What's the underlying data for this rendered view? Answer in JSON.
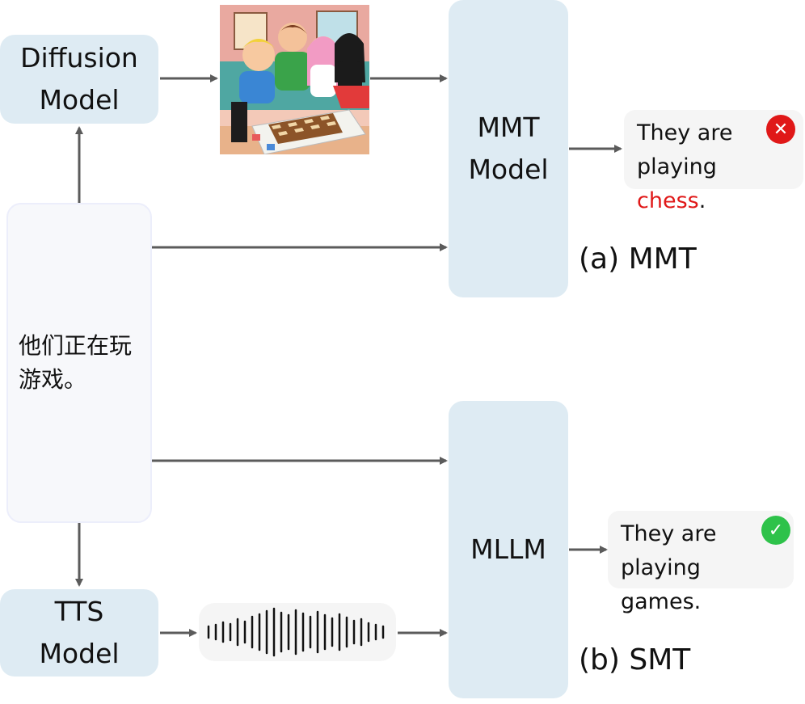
{
  "diffusion_model": {
    "line1": "Diffusion",
    "line2": "Model"
  },
  "tts_model": {
    "line1": "TTS",
    "line2": "Model"
  },
  "mmt_model": {
    "line1": "MMT",
    "line2": "Model"
  },
  "mllm": {
    "label": "MLLM"
  },
  "source_text": "他们正在玩游戏。",
  "mmt_output": {
    "prefix": "They are playing ",
    "wrong_word": "chess",
    "suffix": ".",
    "status_icon": "cross-icon",
    "status_color": "#e01818"
  },
  "smt_output": {
    "text": "They are playing games.",
    "status_icon": "check-icon",
    "status_color": "#2ec24a"
  },
  "labels": {
    "mmt": "(a) MMT",
    "smt": "(b) SMT"
  },
  "colors": {
    "model_box": "#deebf3",
    "arrow": "#5b5b5b",
    "source_box": "#f7f8fb"
  },
  "image_icon": "cartoon-kids-playing-chess-image",
  "audio_icon": "audio-waveform-icon"
}
